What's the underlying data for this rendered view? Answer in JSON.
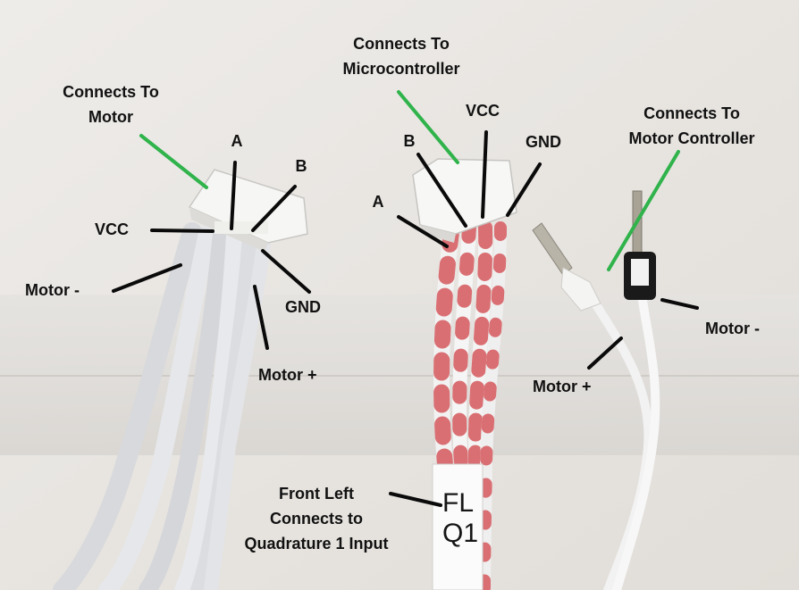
{
  "labels": {
    "motor_side_connector": "Connects To\nMotor",
    "micro_connector": "Connects To\nMicrocontroller",
    "controller_connector": "Connects To\nMotor Controller",
    "left_a": "A",
    "left_b": "B",
    "left_vcc": "VCC",
    "left_motor_minus": "Motor -",
    "left_gnd": "GND",
    "left_motor_plus": "Motor +",
    "mid_b": "B",
    "mid_vcc": "VCC",
    "mid_gnd": "GND",
    "mid_a": "A",
    "right_motor_minus": "Motor -",
    "right_motor_plus": "Motor +",
    "front_left_note": "Front Left\nConnects to\nQuadrature 1 Input"
  },
  "cable_tag": "FL\nQ1",
  "colors": {
    "callout_green": "#2fb34a",
    "callout_black": "#0a0a0a",
    "background": "#e9e6e2",
    "wire_white": "#f4f4f6",
    "wire_red_stripe": "#d96f73"
  }
}
